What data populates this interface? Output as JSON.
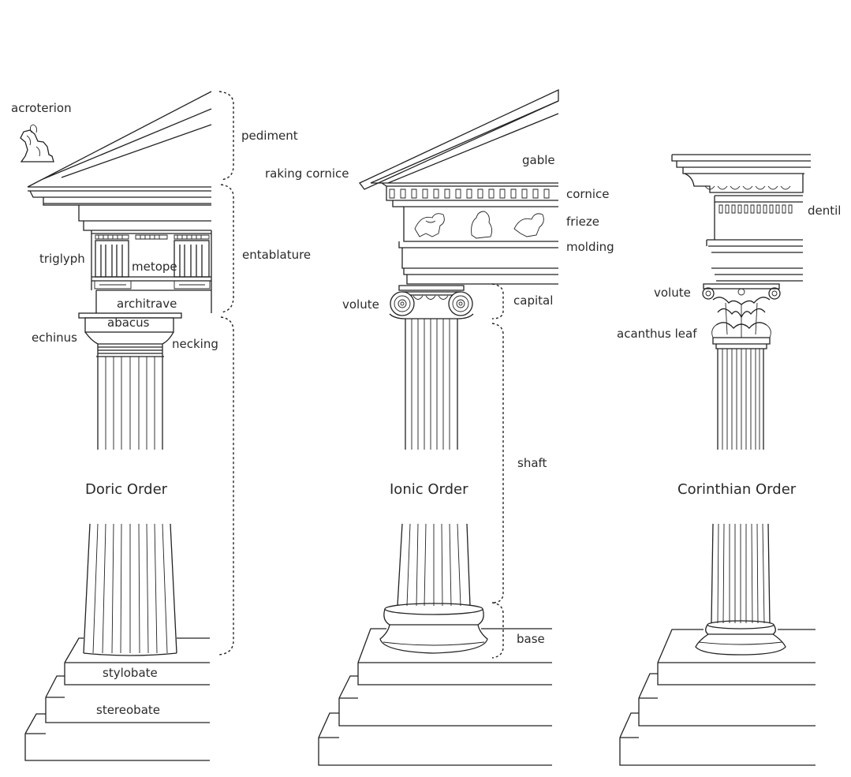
{
  "orders": {
    "doric": {
      "title": "Doric Order",
      "labels": {
        "acroterion": "acroterion",
        "pediment": "pediment",
        "entablature": "entablature",
        "triglyph": "triglyph",
        "metope": "metope",
        "architrave": "architrave",
        "abacus": "abacus",
        "echinus": "echinus",
        "necking": "necking",
        "stylobate": "stylobate",
        "stereobate": "stereobate"
      }
    },
    "ionic": {
      "title": "Ionic Order",
      "labels": {
        "raking_cornice": "raking cornice",
        "gable": "gable",
        "cornice": "cornice",
        "frieze": "frieze",
        "molding": "molding",
        "volute": "volute",
        "capital": "capital",
        "shaft": "shaft",
        "base": "base"
      }
    },
    "corinthian": {
      "title": "Corinthian Order",
      "labels": {
        "dentil": "dentil",
        "volute": "volute",
        "acanthus_leaf": "acanthus leaf"
      }
    }
  }
}
